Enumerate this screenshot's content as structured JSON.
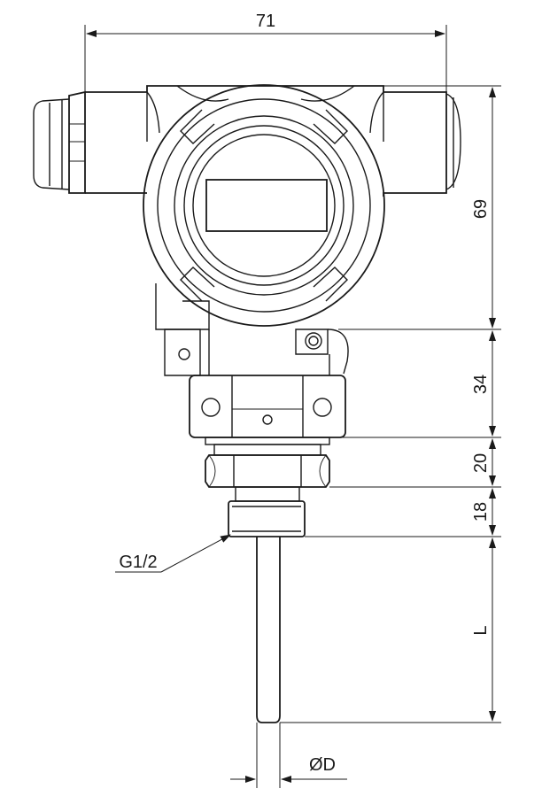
{
  "dimensions": {
    "width": "71",
    "housing_height": "69",
    "neck_height": "34",
    "nut_height": "20",
    "thread_height": "18",
    "probe_length": "L",
    "probe_diameter": "ØD"
  },
  "thread_callout": "G1/2"
}
